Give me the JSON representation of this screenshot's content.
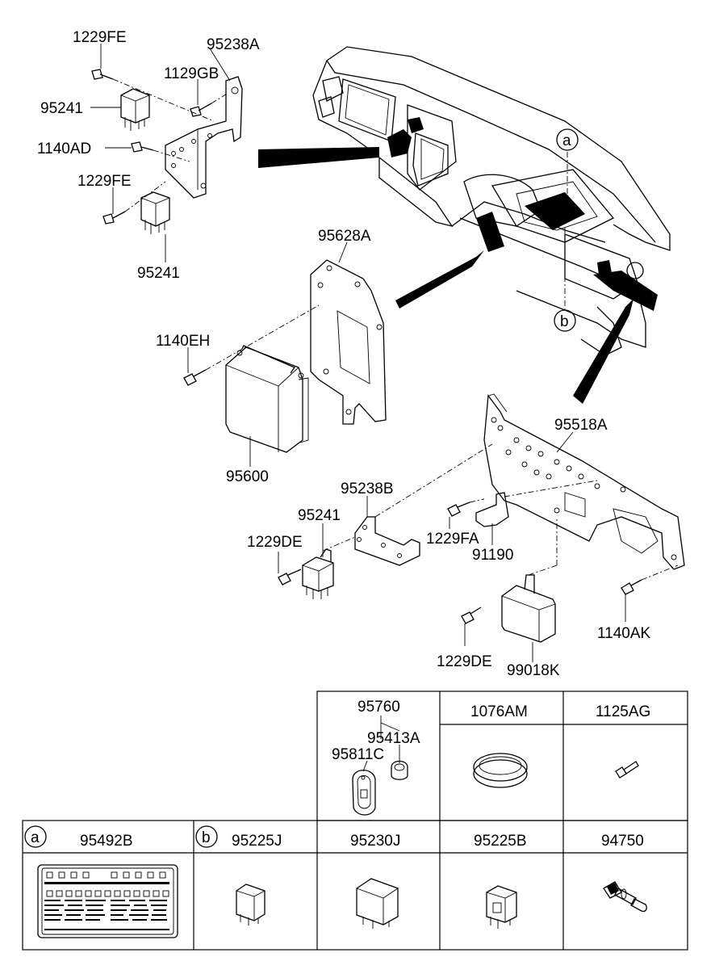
{
  "callouts": {
    "p_1229FE_top": "1229FE",
    "p_95238A": "95238A",
    "p_1129GB": "1129GB",
    "p_95241_top": "95241",
    "p_1140AD": "1140AD",
    "p_1229FE_mid": "1229FE",
    "p_95241_mid": "95241",
    "p_95628A": "95628A",
    "p_1140EH": "1140EH",
    "p_95600": "95600",
    "p_95518A": "95518A",
    "p_95238B": "95238B",
    "p_95241_low": "95241",
    "p_1229DE_left": "1229DE",
    "p_1229FA": "1229FA",
    "p_91190": "91190",
    "p_1229DE_low": "1229DE",
    "p_99018K": "99018K",
    "p_1140AK": "1140AK",
    "ref_a": "a",
    "ref_b": "b"
  },
  "table": {
    "top_row": {
      "cell1_main": "95760",
      "cell1_sub1": "95413A",
      "cell1_sub2": "95811C",
      "cell2": "1076AM",
      "cell3": "1125AG"
    },
    "bottom_row": {
      "a_circle": "a",
      "a_label": "95492B",
      "b_circle": "b",
      "b_label": "95225J",
      "c3": "95230J",
      "c4": "95225B",
      "c5": "94750"
    }
  }
}
